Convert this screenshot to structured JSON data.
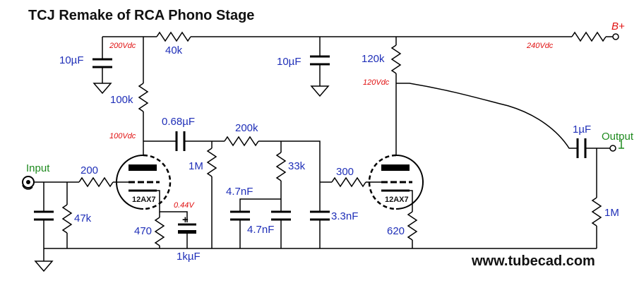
{
  "title": "TCJ Remake of RCA Phono Stage",
  "labels": {
    "input": "Input",
    "output": "Output",
    "bplus": "B+",
    "website": "www.tubecad.com"
  },
  "components": {
    "c_10uf_left": "10µF",
    "r_40k": "40k",
    "c_10uf_mid": "10µF",
    "r_120k": "120k",
    "r_100k": "100k",
    "c_068uf": "0.68µF",
    "r_200k": "200k",
    "c_1uf": "1µF",
    "r_1m_mid": "1M",
    "r_33k": "33k",
    "r_200": "200",
    "r_47k": "47k",
    "c_47nf_a": "4.7nF",
    "c_47nf_b": "4.7nF",
    "r_300": "300",
    "c_33nf": "3.3nF",
    "r_470": "470",
    "c_1kuf": "1kµF",
    "r_620": "620",
    "r_1m_out": "1M",
    "polarity": "+"
  },
  "voltages": {
    "v200": "200Vdc",
    "v240": "240Vdc",
    "v120": "120Vdc",
    "v100": "100Vdc",
    "v044": "0.44V"
  },
  "tubes": {
    "tube1": "12AX7",
    "tube2": "12AX7"
  },
  "colors": {
    "component_values": "#1f2fb8",
    "voltages": "#e01010",
    "ports": "#1e8a1e",
    "wires": "#000000"
  }
}
